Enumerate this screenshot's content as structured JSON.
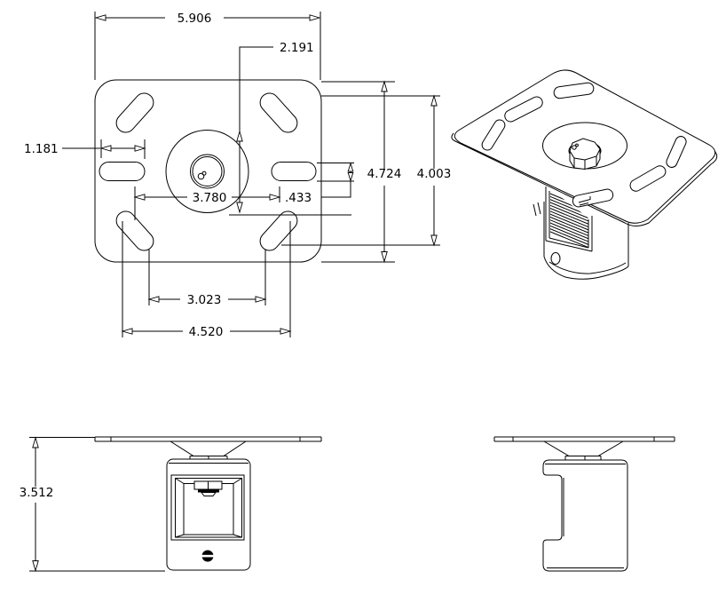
{
  "drawing": {
    "background": "#ffffff",
    "line_color": "#000000",
    "description": "dimensioned CAD drawing of ceiling mount plate with threaded socket",
    "dimensions": {
      "plate_width": "5.906",
      "recess_diameter": "2.191",
      "side_slot_length": "1.181",
      "plate_height": "4.724",
      "corner_slot_span": "4.003",
      "slot_inner_spacing": "3.780",
      "slot_width": ".433",
      "bottom_slot_inner": "3.023",
      "bottom_slot_outer": "4.520",
      "overall_height": "3.512"
    }
  }
}
